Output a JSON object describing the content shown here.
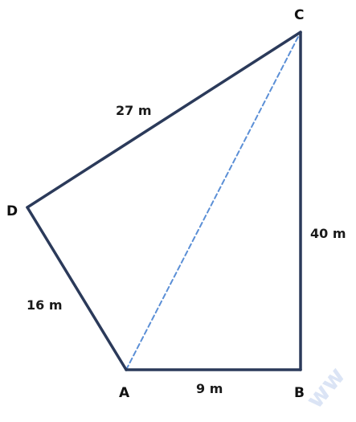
{
  "vertices": {
    "A": "A",
    "B": "B",
    "C": "C",
    "D": "D"
  },
  "edges": {
    "AB": "9 m",
    "BC": "40 m",
    "CD": "27 m",
    "DA": "16 m"
  },
  "watermark_text": "ww",
  "colors": {
    "edge": "#2b3a5a",
    "diagonal": "#5b8fd6",
    "watermark": "#c9d7f0"
  }
}
